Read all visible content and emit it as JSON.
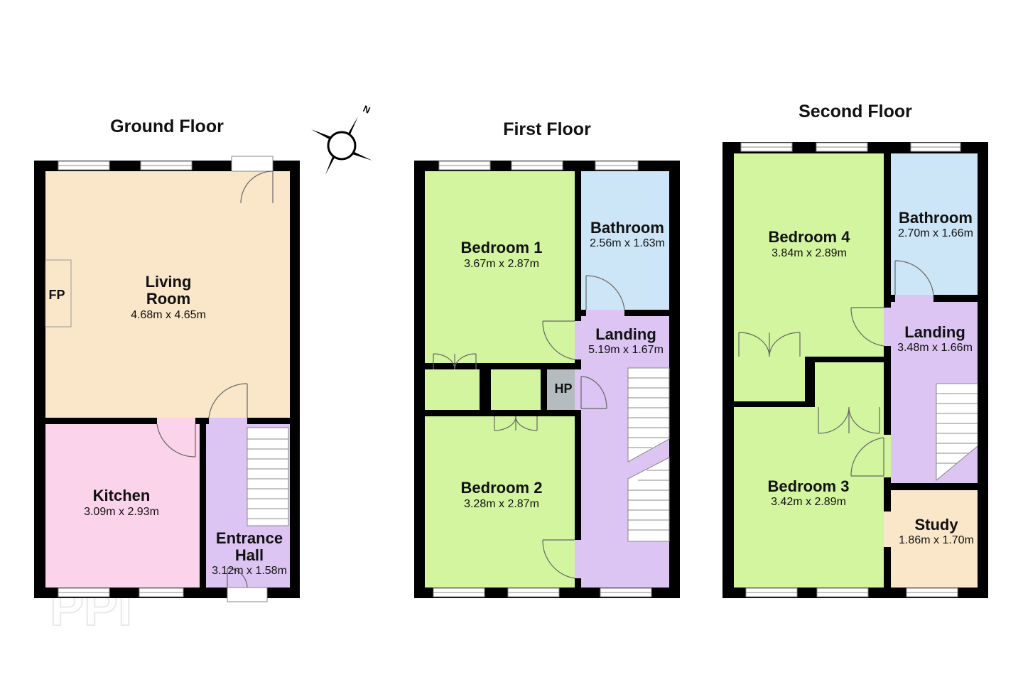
{
  "floors": {
    "ground": {
      "title": "Ground Floor",
      "living": {
        "name1": "Living",
        "name2": "Room",
        "dim": "4.68m x 4.65m"
      },
      "fp": "FP",
      "kitchen": {
        "name": "Kitchen",
        "dim": "3.09m x 2.93m"
      },
      "hall": {
        "name1": "Entrance",
        "name2": "Hall",
        "dim": "3.12m x 1.58m"
      }
    },
    "first": {
      "title": "First Floor",
      "bed1": {
        "name": "Bedroom 1",
        "dim": "3.67m x 2.87m"
      },
      "bath": {
        "name": "Bathroom",
        "dim": "2.56m x 1.63m"
      },
      "landing": {
        "name": "Landing",
        "dim": "5.19m x 1.67m"
      },
      "hp": "HP",
      "bed2": {
        "name": "Bedroom 2",
        "dim": "3.28m x 2.87m"
      }
    },
    "second": {
      "title": "Second Floor",
      "bed4": {
        "name": "Bedroom 4",
        "dim": "3.84m x 2.89m"
      },
      "bath": {
        "name": "Bathroom",
        "dim": "2.70m x 1.66m"
      },
      "landing": {
        "name": "Landing",
        "dim": "3.48m x 1.66m"
      },
      "bed3": {
        "name": "Bedroom 3",
        "dim": "3.42m x 2.89m"
      },
      "study": {
        "name": "Study",
        "dim": "1.86m x 1.70m"
      }
    }
  },
  "compass": {
    "north_label": "N"
  },
  "watermark": "PPI",
  "colors": {
    "wall": "#000000",
    "living": "#fae6c8",
    "kitchen": "#fbd3ea",
    "hall": "#dcc4f3",
    "bedroom": "#d3f59f",
    "bathroom": "#cce6f8",
    "hp": "#b4bcc0",
    "study": "#fae6c8"
  }
}
